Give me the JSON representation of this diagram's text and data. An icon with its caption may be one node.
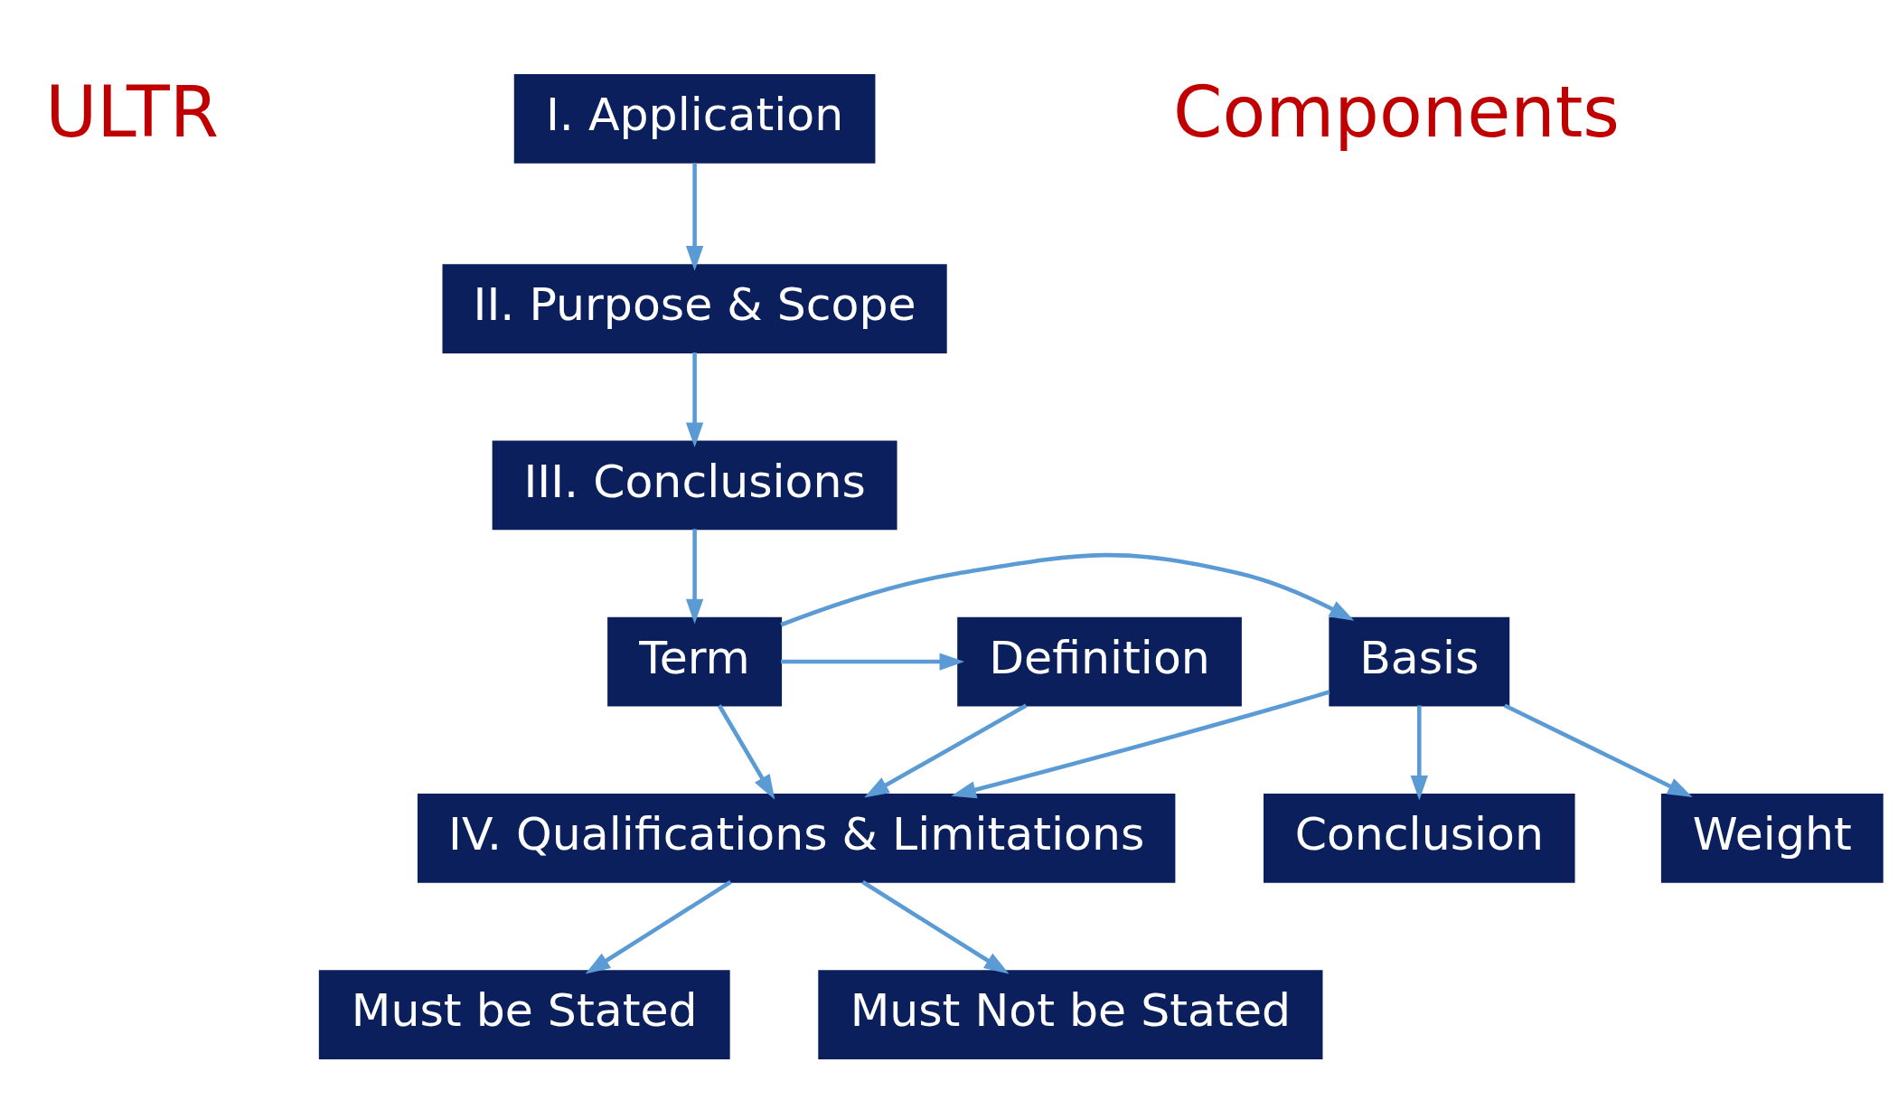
{
  "diagram": {
    "nodes": [
      {
        "text": [
          "I. Application"
        ]
      },
      {
        "text": [
          "II. Purpose & Scope"
        ]
      },
      {
        "text": [
          "III. Conclusions"
        ]
      },
      {
        "text": [
          "Definition"
        ]
      },
      {
        "text": [
          "Term"
        ]
      },
      {
        "text": [
          "Basis"
        ]
      },
      {
        "text": [
          "Conclusion"
        ]
      },
      {
        "text": [
          "Weight"
        ]
      },
      {
        "text": [
          "IV. Qualifications & Limitations"
        ]
      },
      {
        "text": [
          "Must be Stated"
        ]
      },
      {
        "text": [
          "Must Not be Stated"
        ]
      }
    ],
    "edges": [
      {
        "from": 0,
        "to": 1,
        "arrow": "to"
      },
      {
        "from": 1,
        "to": 2,
        "arrow": "to"
      },
      {
        "from": 2,
        "to": 4,
        "arrow": "to"
      },
      {
        "from": 4,
        "to": 3,
        "arrow": "to"
      },
      {
        "from": 4,
        "to": 5,
        "arrow": "to"
      },
      {
        "from": 3,
        "to": 8,
        "arrow": "to"
      },
      {
        "from": 4,
        "to": 8,
        "arrow": "to"
      },
      {
        "from": 5,
        "to": 8,
        "arrow": "to"
      },
      {
        "from": 5,
        "to": 6,
        "arrow": "to"
      },
      {
        "from": 5,
        "to": 7,
        "arrow": "to"
      },
      {
        "from": 8,
        "to": 9,
        "arrow": "to"
      },
      {
        "from": 8,
        "to": 10,
        "arrow": "to"
      }
    ],
    "labels": [
      "ULTR",
      "Components"
    ]
  }
}
